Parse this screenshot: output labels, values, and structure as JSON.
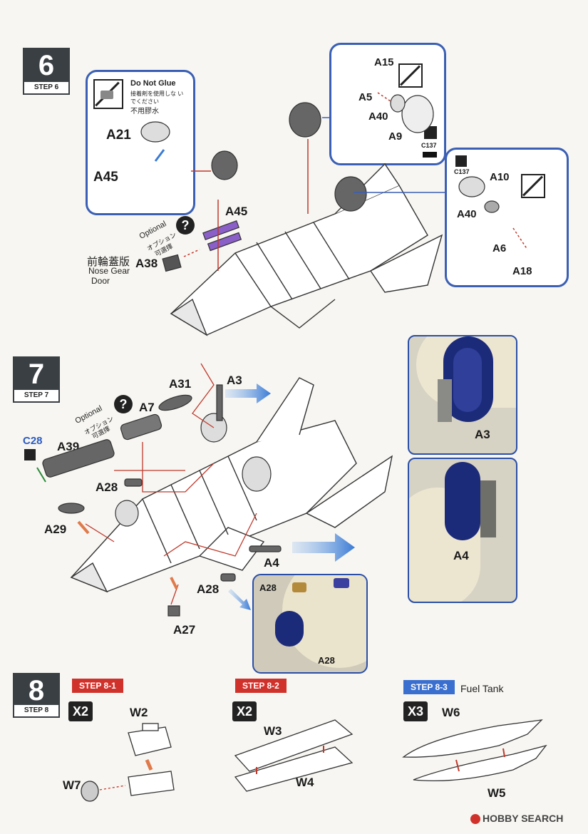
{
  "step6": {
    "number": "6",
    "label": "STEP 6",
    "glue_box": {
      "title": "Do Not Glue",
      "jp_line1": "接着剤を使用しな い",
      "jp_line2": "でください",
      "cn": "不用膠水",
      "parts": [
        "A21",
        "A45"
      ]
    },
    "main_parts": {
      "a45": "A45",
      "a38": "A38",
      "optional_en": "Optional",
      "optional_jp": "オプション",
      "optional_cn": "可選擇",
      "nose_gear_cn": "前輪蓋版",
      "nose_gear_en1": "Nose Gear",
      "nose_gear_en2": "Door"
    },
    "right_top_box": {
      "parts": [
        "A15",
        "A5",
        "A40",
        "A9"
      ],
      "paint": "C137"
    },
    "right_bottom_box": {
      "paint": "C137",
      "parts": [
        "A10",
        "A40",
        "A6",
        "A18"
      ]
    }
  },
  "step7": {
    "number": "7",
    "label": "STEP 7",
    "parts": {
      "a31": "A31",
      "a3": "A3",
      "a7": "A7",
      "c28": "C28",
      "a39": "A39",
      "a28_1": "A28",
      "a29": "A29",
      "a4": "A4",
      "a28_2": "A28",
      "a27": "A27",
      "a28_3": "A28",
      "a28_4": "A28",
      "detail_a3": "A3",
      "detail_a4": "A4"
    },
    "optional_en": "Optional",
    "optional_jp": "オプション",
    "optional_cn": "可選擇"
  },
  "step8": {
    "number": "8",
    "label": "STEP 8",
    "substeps": [
      {
        "label": "STEP 8-1",
        "qty": "X2",
        "parts": [
          "W2",
          "W7"
        ],
        "color": "#d0322b"
      },
      {
        "label": "STEP 8-2",
        "qty": "X2",
        "parts": [
          "W3",
          "W4"
        ],
        "color": "#d0322b"
      },
      {
        "label": "STEP 8-3",
        "qty": "X3",
        "parts": [
          "W6",
          "W5"
        ],
        "color": "#3a6fd0",
        "note": "Fuel Tank"
      }
    ]
  },
  "watermark": "HOBBY SEARCH"
}
